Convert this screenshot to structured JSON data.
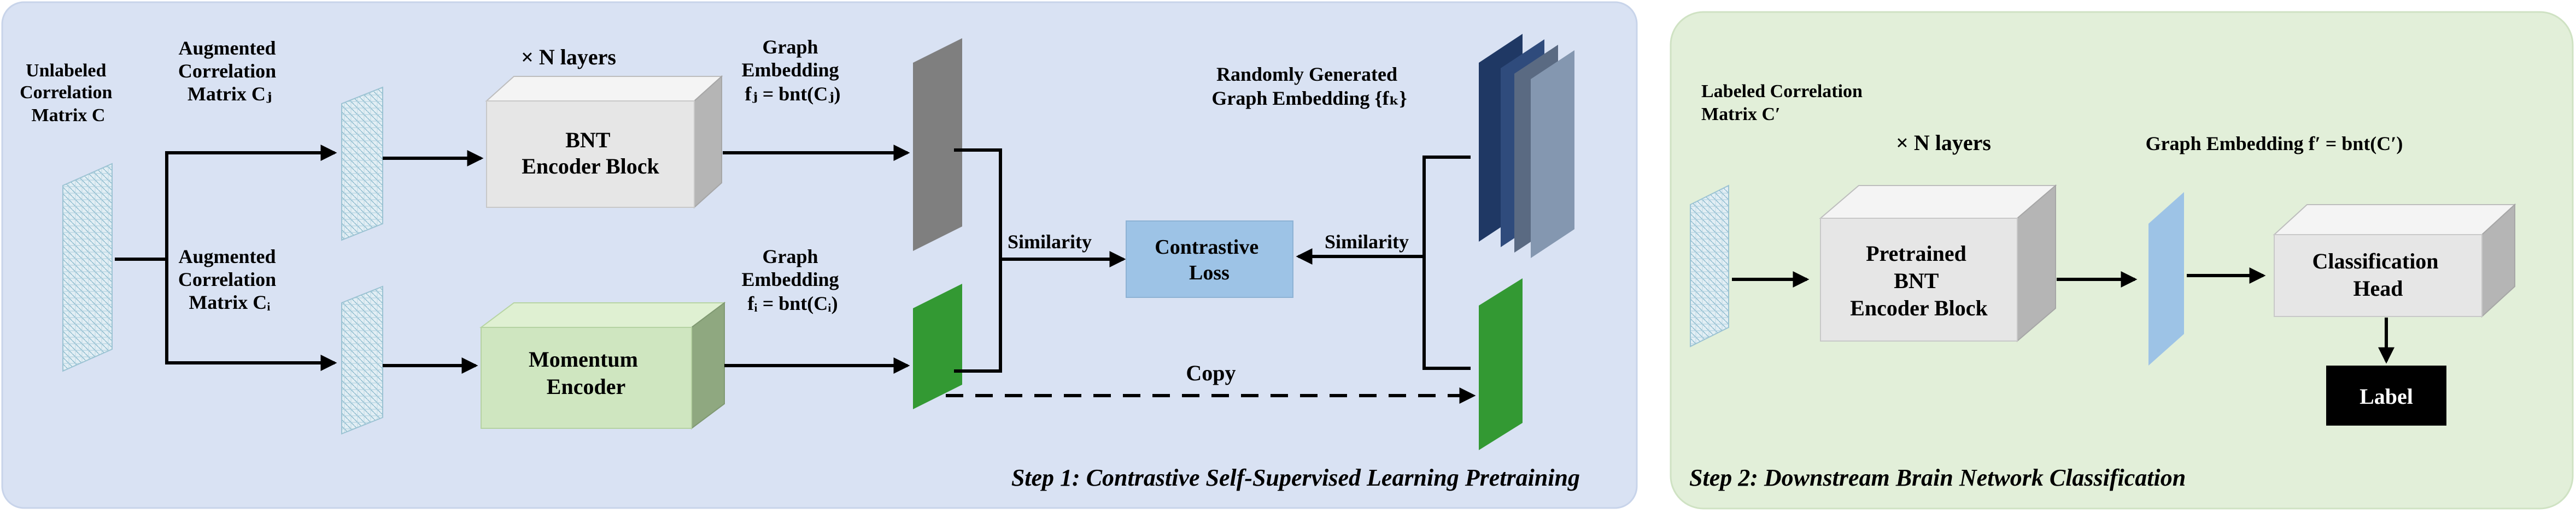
{
  "step1": {
    "caption": "Step 1: Contrastive Self-Supervised Learning Pretraining",
    "input_label": [
      "Unlabeled",
      "Correlation",
      "Matrix C"
    ],
    "aug_j_label": [
      "Augmented",
      "Correlation",
      "Matrix Cⱼ"
    ],
    "aug_i_label": [
      "Augmented",
      "Correlation",
      "Matrix Cᵢ"
    ],
    "layers_label": "× N layers",
    "bnt_block": [
      "BNT",
      "Encoder Block"
    ],
    "momentum_block": [
      "Momentum",
      "Encoder"
    ],
    "emb_j_label": [
      "Graph",
      "Embedding",
      "fⱼ = bnt(Cⱼ)"
    ],
    "emb_i_label": [
      "Graph",
      "Embedding",
      "fᵢ = bnt(Cᵢ)"
    ],
    "random_label": [
      "Randomly Generated",
      "Graph Embedding {fₖ}"
    ],
    "loss": [
      "Contrastive",
      "Loss"
    ],
    "similarity_left": "Similarity",
    "similarity_right": "Similarity",
    "copy": "Copy"
  },
  "step2": {
    "caption": "Step 2: Downstream Brain Network Classification",
    "input_label": [
      "Labeled Correlation",
      "Matrix C′"
    ],
    "layers_label": "× N layers",
    "emb_label": "Graph Embedding f′ = bnt(C′)",
    "pretrained_block": [
      "Pretrained",
      "BNT",
      "Encoder Block"
    ],
    "head_block": [
      "Classification",
      "Head"
    ],
    "output": "Label"
  },
  "colors": {
    "panel1_bg": "#d9e2f3",
    "panel2_bg": "#e2efd9",
    "embedding_gray": "#7f7f7f",
    "embedding_green": "#339933",
    "embedding_blue": "#9dc3e6",
    "loss_fill": "#9dc3e6",
    "momentum_fill": "#cfe6c0",
    "block_fill": "#e6e6e6",
    "label_fill": "#000000"
  }
}
